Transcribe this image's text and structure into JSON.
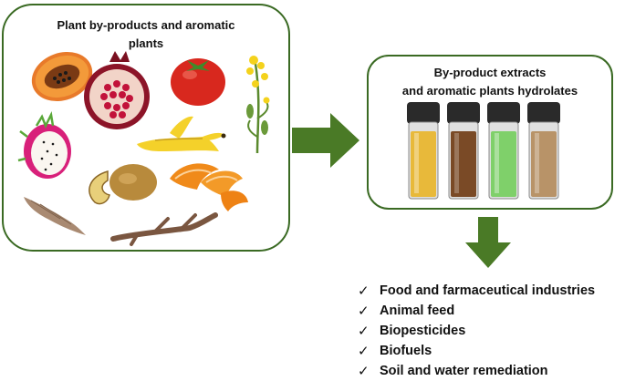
{
  "left_box": {
    "title": "Plant by-products  and aromatic\nplants"
  },
  "right_box": {
    "title": "By-product  extracts\nand aromatic plants hydrolates"
  },
  "uses": [
    "Food and farmaceutical industries",
    "Animal feed",
    "Biopesticides",
    "Biofuels",
    "Soil and water remediation"
  ],
  "icons": {
    "items": [
      "papaya-icon",
      "pomegranate-icon",
      "tomato-icon",
      "rapeseed-flower-icon",
      "dragon-fruit-icon",
      "banana-peel-icon",
      "potato-peel-icon",
      "orange-peel-icon",
      "root-icon",
      "root-branch-icon"
    ],
    "vials": [
      "vial-yellow",
      "vial-brown",
      "vial-green",
      "vial-tan"
    ],
    "arrows": [
      "arrow-right-icon",
      "arrow-down-icon"
    ]
  },
  "colors": {
    "border": "#3a6a23",
    "arrow": "#4a7a26",
    "vial_liquids": [
      "#e8b93a",
      "#7a4a26",
      "#7fd06a",
      "#b89368"
    ]
  }
}
